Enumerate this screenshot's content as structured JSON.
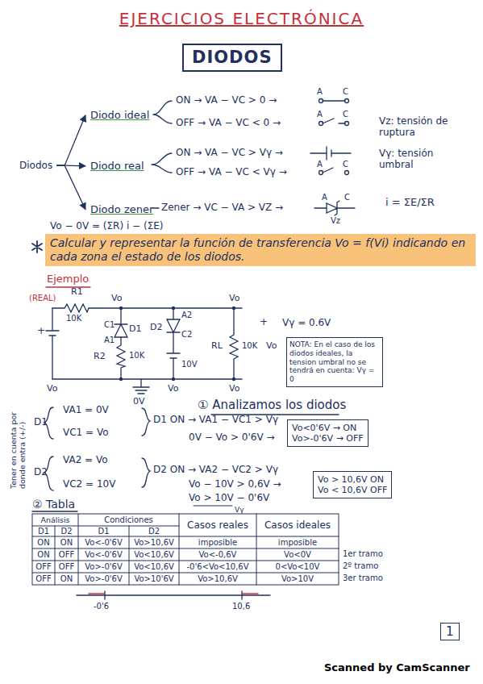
{
  "diagram": {
    "title": "EJERCICIOS ELECTRÓNICA",
    "nodes": [
      {
        "text": [
          "DIODOS"
        ]
      },
      {
        "text": [
          "Diodos"
        ]
      },
      {
        "text": [
          "Diodo ideal"
        ]
      },
      {
        "text": [
          "Diodo real"
        ]
      },
      {
        "text": [
          "Diodo zener"
        ]
      },
      {
        "text": [
          "Calcular y representar la función de transferencia Vo = f(Vi) indicando en cada zona el estado de los diodos."
        ]
      },
      {
        "text": [
          "NOTA: En el caso de los diodos ideales, la tension umbral no se tendrá en cuenta: Vγ = 0"
        ]
      },
      {
        "text": [
          "Vo<0'6V → ON",
          "Vo>-0'6V → OFF"
        ]
      },
      {
        "text": [
          "Vo > 10,6V ON",
          "Vo < 10,6V OFF"
        ]
      },
      {
        "text": [
          "1"
        ]
      }
    ],
    "edges": [
      {
        "from": 1,
        "to": 2,
        "arrow": "to"
      },
      {
        "from": 1,
        "to": 3,
        "arrow": "to"
      },
      {
        "from": 1,
        "to": 4,
        "arrow": "to"
      }
    ],
    "labels": [
      "ON → VA − VC > 0 →",
      "A",
      "C",
      "OFF → VA − VC < 0 →",
      "A",
      "C",
      "Vz: tensión de ruptura",
      "ON → VA − VC > Vγ →",
      "Vγ: tensión umbral",
      "OFF → VA − VC < Vγ →",
      "A",
      "C",
      "Zener → VC − VA > VZ →",
      "A",
      "C",
      "Vz",
      "i = ΣE/ΣR",
      "Vo − 0V = (ΣR) i − (ΣE)",
      "Ejemplo",
      "(REAL)",
      "R1",
      "10K",
      "Vo",
      "C1",
      "D1",
      "A1",
      "R2",
      "10K",
      "A2",
      "D2",
      "C2",
      "10V",
      "Vo",
      "+",
      "RL",
      "10K",
      "Vo",
      "Vγ = 0.6V",
      "+",
      "Vo",
      "0V",
      "Vo",
      "Vo",
      "① Analizamos los diodos",
      "Tener en cuenta por donde entra (+/-)",
      "D1",
      "VA1 = 0V",
      "VC1 = Vo",
      "D1 ON → VA1 − VC1 > Vγ",
      "0V − Vo > 0'6V →",
      "D2",
      "VA2 = Vo",
      "VC2 = 10V",
      "D2 ON → VA2 − VC2 > Vγ",
      "Vo − 10V > 0,6V →",
      "Vo > 10V − 0'6V",
      "Vγ",
      "② Tabla",
      "Análisis",
      "Condiciones",
      "Casos reales",
      "Casos ideales",
      "D1",
      "D2",
      "D1",
      "D2",
      "ON",
      "ON",
      "Vo<-0'6V",
      "Vo>10,6V",
      "imposible",
      "imposible",
      "ON",
      "OFF",
      "Vo<-0'6V",
      "Vo<10,6V",
      "Vo<-0,6V",
      "Vo<0V",
      "1er tramo",
      "OFF",
      "OFF",
      "Vo>-0'6V",
      "Vo<10,6V",
      "-0'6<Vo<10,6V",
      "0<Vo<10V",
      "2º tramo",
      "OFF",
      "ON",
      "Vo>-0'6V",
      "Vo>10'6V",
      "Vo>10,6V",
      "Vo>10V",
      "3er tramo",
      "-0'6",
      "10,6",
      "Scanned by CamScanner"
    ]
  }
}
